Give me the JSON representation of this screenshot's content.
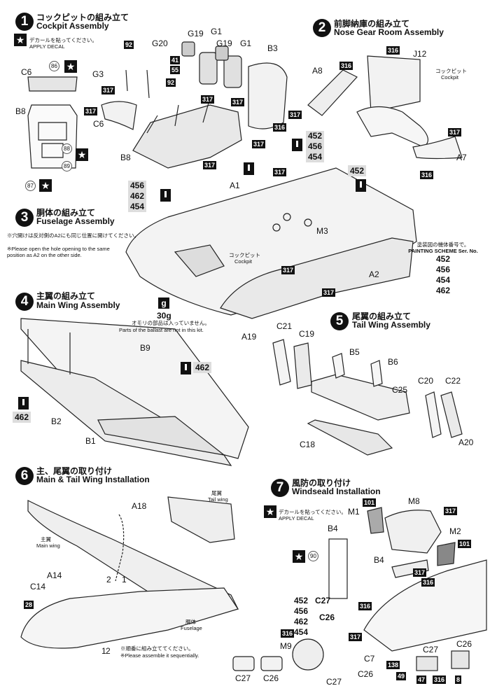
{
  "steps": {
    "s1": {
      "num": "1",
      "jp": "コックピットの組み立て",
      "en": "Cockpit Assembly",
      "decal_jp": "デカールを貼ってください。",
      "decal_en": "APPLY DECAL"
    },
    "s2": {
      "num": "2",
      "jp": "前脚納庫の組み立て",
      "en": "Nose Gear Room Assembly"
    },
    "s3": {
      "num": "3",
      "jp": "胴体の組み立て",
      "en": "Fuselage Assembly",
      "note1_jp": "※穴開けは反対側のA2にも同じ位置に開けてください。",
      "note1_en": "※Please open the hole opening to the same position as A2 on the other side.",
      "ballast_jp": "オモリの部品は入っていません。",
      "ballast_en": "Parts of the ballast are not in this kit.",
      "weight": "30g",
      "weight_icon": "g"
    },
    "s4": {
      "num": "4",
      "jp": "主翼の組み立て",
      "en": "Main Wing Assembly"
    },
    "s5": {
      "num": "5",
      "jp": "尾翼の組み立て",
      "en": "Tail Wing Assembly"
    },
    "s6": {
      "num": "6",
      "jp": "主、尾翼の取り付け",
      "en": "Main & Tail Wing Installation",
      "note_jp": "※順番に組み立ててください。",
      "note_en": "※Please assemble it sequentially.",
      "main_wing_jp": "主翼",
      "main_wing_en": "Main wing",
      "tail_wing_jp": "尾翼",
      "tail_wing_en": "Tail wing",
      "fuselage_jp": "胴体",
      "fuselage_en": "Fuselage",
      "seq1": "1",
      "seq2": "2"
    },
    "s7": {
      "num": "7",
      "jp": "風防の取り付け",
      "en": "Windseald Installation",
      "decal_jp": "デカールを貼ってください。",
      "decal_en": "APPLY DECAL"
    }
  },
  "scheme": {
    "jp": "塗装図の機体番号で。",
    "en": "PAINTING SCHEME Ser. No.",
    "items": [
      "452",
      "456",
      "454",
      "462"
    ]
  },
  "cockpit_label": {
    "jp": "コックピット",
    "en": "Cockpit"
  },
  "parts": {
    "c6": "C6",
    "b8": "B8",
    "g3": "G3",
    "g20": "G20",
    "g19a": "G19",
    "g1a": "G1",
    "g19b": "G19",
    "g1b": "G1",
    "b3": "B3",
    "a8": "A8",
    "j12": "J12",
    "a7": "A7",
    "a1": "A1",
    "m3": "M3",
    "a2": "A2",
    "b9": "B9",
    "b2": "B2",
    "b1": "B1",
    "a19": "A19",
    "c21": "C21",
    "c19": "C19",
    "b5": "B5",
    "b6": "B6",
    "c25": "C25",
    "c20": "C20",
    "c22": "C22",
    "a20": "A20",
    "c18": "C18",
    "a18": "A18",
    "a14": "A14",
    "c14": "C14",
    "m1": "M1",
    "m8": "M8",
    "m2": "M2",
    "b4a": "B4",
    "b4b": "B4",
    "m9": "M9",
    "c7": "C7",
    "c27a": "C27",
    "c26a": "C26",
    "c27b": "C27",
    "c26b": "C26",
    "c27c": "C27",
    "c26c": "C26"
  },
  "paint": {
    "p92": "92",
    "p41": "41",
    "p55": "55",
    "p317": "317",
    "p316": "316",
    "p86": "86",
    "p88": "88",
    "p89": "89",
    "p87": "87",
    "p101": "101",
    "p90": "90",
    "p28": "28",
    "p138": "138",
    "p49": "49",
    "p47": "47",
    "p8": "8"
  },
  "paint_labels": {
    "s3_a": [
      "452",
      "456",
      "454"
    ],
    "s3_b": "452",
    "s3_c": [
      "456",
      "462",
      "454"
    ],
    "s4_a": "462",
    "s4_b": "462"
  },
  "s7_scheme": {
    "r1": "452",
    "r1b": "C27",
    "r2": "456",
    "r3": "462",
    "r3b": "C26",
    "r4": "454"
  }
}
